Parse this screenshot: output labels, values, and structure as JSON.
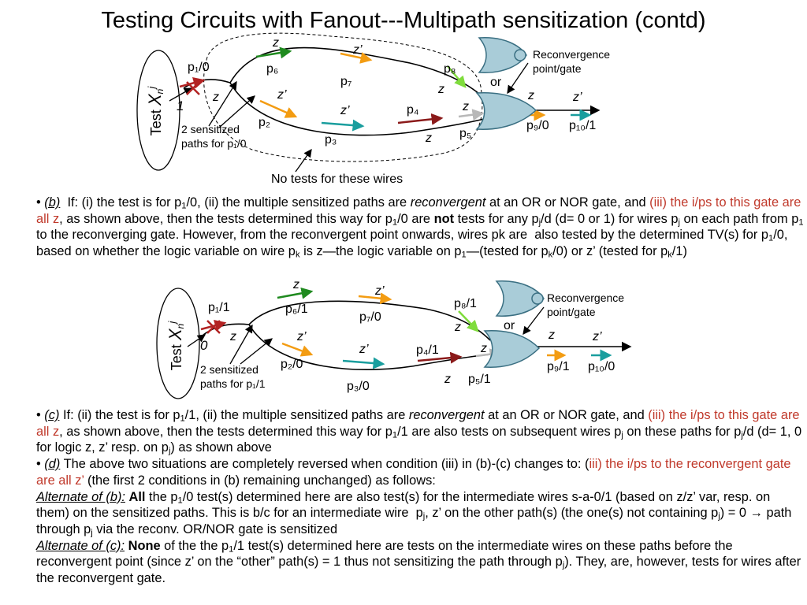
{
  "title": "Testing Circuits with Fanout---Multipath sensitization (contd)",
  "diagram1": {
    "test_label": "Test",
    "test_var": "X",
    "test_sub": "n",
    "test_sup": "j",
    "input_value": "1",
    "fault": "p₁/0",
    "z": "z",
    "zp": "z’",
    "p2": "p₂",
    "p3": "p₃",
    "p4": "p₄",
    "p5": "p₅",
    "p6": "p₆",
    "p7": "p₇",
    "p8": "p₈",
    "p9": "p₉/0",
    "p10": "p₁₀/1",
    "gate": "or",
    "reconv_line1": "Reconvergence",
    "reconv_line2": "point/gate",
    "sens_line1": "2 sensitized",
    "sens_line2": "paths for p₁/0",
    "no_tests": "No tests for these wires"
  },
  "diagram2": {
    "test_label": "Test",
    "test_var": "X",
    "test_sub": "n",
    "test_sup": "j",
    "input_value": "0",
    "fault": "p₁/1",
    "z": "z",
    "zp": "z’",
    "p2": "p₂/0",
    "p3": "p₃/0",
    "p4": "p₄/1",
    "p5": "p₅/1",
    "p6": "p₆/1",
    "p7": "p₇/0",
    "p8": "p₈/1",
    "p9": "p₉/1",
    "p10": "p₁₀/0",
    "gate": "or",
    "reconv_line1": "Reconvergence",
    "reconv_line2": "point/gate",
    "sens_line1": "2 sensitized",
    "sens_line2": "paths for p₁/1"
  },
  "colors": {
    "arrow_red": "#b22222",
    "arrow_green": "#1f8a1f",
    "arrow_orange": "#f39c12",
    "arrow_teal": "#1a9e9e",
    "arrow_darkred": "#8b1a1a",
    "arrow_grey": "#b8b8b8",
    "arrow_lime": "#7fdc3c",
    "gate_fill": "#a9ccd8",
    "gate_stroke": "#3a6f82",
    "highlight_red": "#c0392b"
  }
}
